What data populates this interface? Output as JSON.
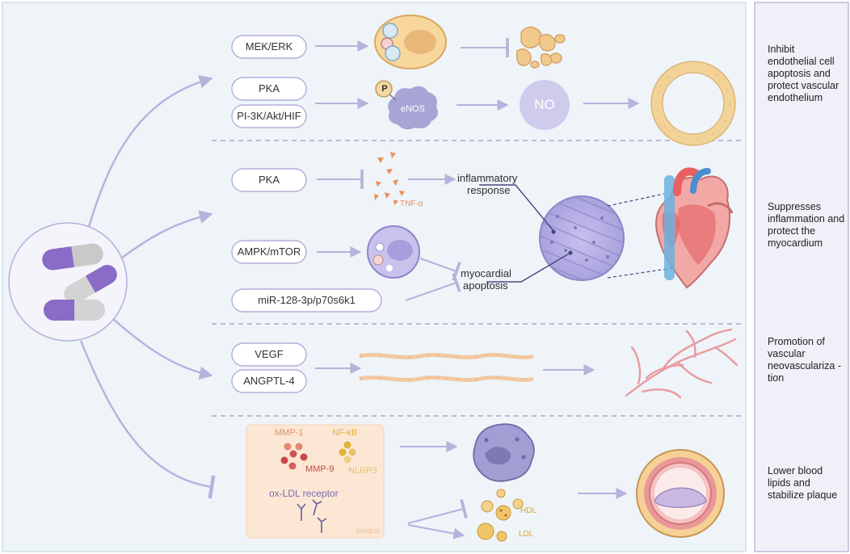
{
  "sections": [
    {
      "pathways": [
        "MEK/ERK",
        "PKA",
        "PI-3K/Akt/HIF"
      ],
      "labels": {
        "enzyme": "eNOS",
        "phospho": "P",
        "product": "NO"
      },
      "outcome": "Inhibit endothelial cell apoptosis and protect vascular endothelium"
    },
    {
      "pathways": [
        "PKA",
        "AMPK/mTOR",
        "miR-128-3p/p70s6k1"
      ],
      "labels": {
        "cytokine": "TNF-α",
        "response_1": "inflammatory",
        "response_2": "response",
        "apoptosis_1": "myocardial",
        "apoptosis_2": "apoptosis"
      },
      "outcome": "Suppresses inflammation and protect the myocardium"
    },
    {
      "pathways": [
        "VEGF",
        "ANGPTL-4"
      ],
      "outcome": "Promotion of vascular neovasculariza -tion"
    },
    {
      "labels": {
        "mmp1": "MMP-1",
        "mmp9": "MMP-9",
        "nfkb": "NF-κB",
        "nlrp3": "NLRP3",
        "oxldl": "ox-LDL receptor",
        "plaque": "plaque",
        "hdl": "HDL",
        "ldl": "LDL"
      },
      "outcome": "Lower blood lipids and stabilize plaque"
    }
  ],
  "colors": {
    "panel": "#eef4f8",
    "panel_border": "#cfe2ea",
    "pill_border": "#b5addb",
    "arrow": "#b6b2dc",
    "divider": "#a8a8c8",
    "side_panel": "#f1eff8",
    "side_border": "#bdb6da",
    "pill_purple": "#8b6bc8",
    "pill_grey": "#c9c9c9",
    "tnf": "#ee8f5e",
    "mmp1": "#e18d73",
    "mmp9": "#c94747",
    "nfkb": "#e0b335",
    "nlrp3": "#e9c16e",
    "oxldl": "#7d6bb0",
    "plaque": "#f0c3a0",
    "hdl": "#d9a83a",
    "ldl": "#d9a83a"
  }
}
